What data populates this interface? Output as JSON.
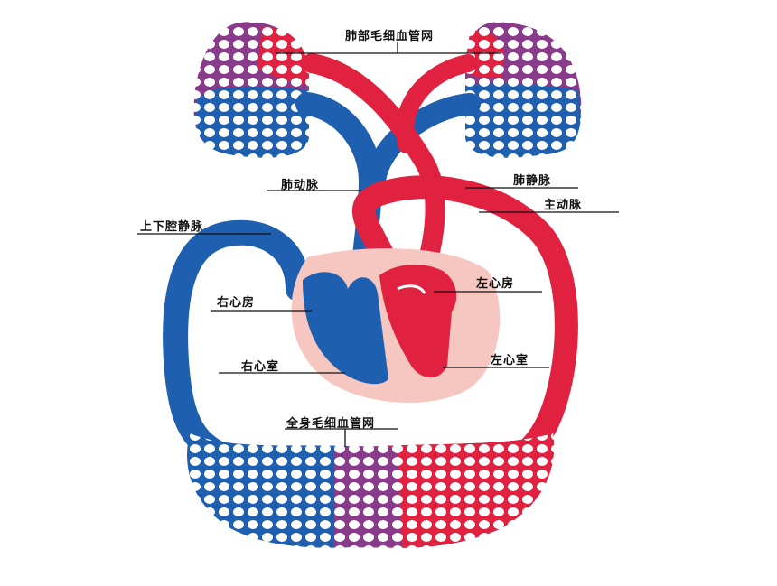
{
  "labels": {
    "pulmonary_capillary": "肺部毛细血管网",
    "pulmonary_artery": "肺动脉",
    "pulmonary_vein": "肺静脉",
    "aorta": "主动脉",
    "vena_cava": "上下腔静脉",
    "right_atrium": "右心房",
    "right_ventricle": "右心室",
    "left_atrium": "左心房",
    "left_ventricle": "左心室",
    "systemic_capillary": "全身毛细血管网"
  },
  "colors": {
    "arterial_red": "#e0213f",
    "venous_blue": "#1f5fb0",
    "capillary_purple": "#8a3a8a",
    "heart_pink": "#f6c6c0"
  }
}
